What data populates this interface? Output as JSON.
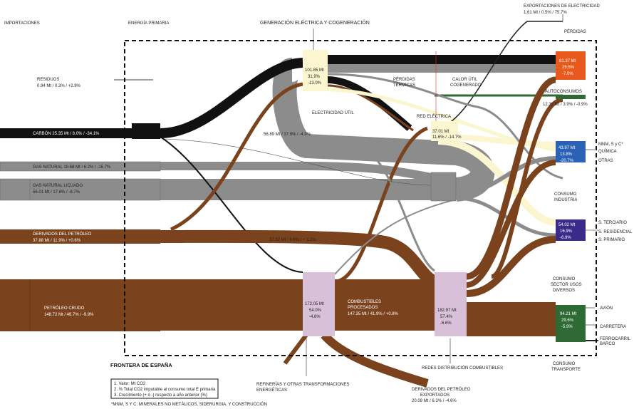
{
  "headers": {
    "importaciones": "IMPORTACIONES",
    "energia_primaria": "ENERGÍA PRIMARIA",
    "generacion": "GENERACIÓN ELÉCTRICA Y COGENERACIÓN",
    "exportaciones_title": "EXPORTACIONES DE ELECTRICIDAD",
    "exportaciones_value": "1.61 Mt / 0.5% / 75.7%",
    "frontera": "FRONTERA DE ESPAÑA"
  },
  "sources": {
    "residuos_label": "RESIDUOS",
    "residuos_value": "0.94 Mt / 0.3% / +2.9%",
    "carbon": "CARBÓN  25.35 Mt / 8.0% / -34.1%",
    "gas_natural": "GAS NATURAL 19.68 Mt / 6.2% / -15.7%",
    "gnl_label": "GAS NATURAL LICUADO",
    "gnl_value": "56.01 Mt / 17.6% / -6.7%",
    "derivados_label": "DERIVADOS DEL PETRÓLEO",
    "derivados_value": "37.88 Mt / 11.9% / +0.6%",
    "crudo_label": "PETRÓLEO  CRUDO",
    "crudo_value": "148.72 Mt / 46.7% / -9.9%"
  },
  "nodes": {
    "generacion": [
      "101.85 Mt",
      "31.9%",
      "-13.0%"
    ],
    "refinerias": [
      "172.05 Mt",
      "54.0%",
      "-4.6%"
    ],
    "distribucion": [
      "182.97 Mt",
      "57.4%",
      "-6.6%"
    ],
    "red_electrica": [
      "37.01 Mt",
      "11.6% / -14.7%"
    ],
    "perdidas": [
      "81.37 Mt",
      "25.5%",
      "-7.0%"
    ],
    "industria": [
      "43.97 Mt",
      "13.8%",
      "-20.7%"
    ],
    "sector_usos": [
      "54.02 Mt",
      "16.9%",
      "-6.9%"
    ],
    "transporte": [
      "94.21 Mt",
      "29.6%",
      "-5.9%"
    ]
  },
  "flow_labels": {
    "gas_generacion": "56.89 Mt / 17.9% / -4.9%",
    "derivados_directos": "37.52 Mt / 8.6% / + 1.2%",
    "combustibles_label": "COMBUSTIBLES",
    "combustibles_label2": "PROCESADOS",
    "combustibles_value": "147.35 Mt / 41.9% / +0.8%",
    "perdidas_termicas_1": "PÉRDIDAS",
    "perdidas_termicas_2": "TÉRMICAS",
    "calor_util_1": "CALOR ÚTIL",
    "calor_util_2": "COGENERADO",
    "electricidad_util": "ELECTRICIDAD ÚTIL",
    "red_electrica_label": "RED ELÉCTRICA",
    "perdidas_label": "PÉRDIDAS",
    "autoconsumos_label": "AUTOCONSUMOS",
    "autoconsumos_value": "12.32 Mt / 3.9% / -0.9%",
    "refinerias_1": "REFINERÍAS Y OTRAS TRANSFORMACIONES",
    "refinerias_2": "ENERGÉTICAS",
    "redes_distribucion": "REDES DISTRIBUCIÓN COMBUSTIBLES",
    "derivados_exp_1": "DERIVADOS DEL PETRÓLEO",
    "derivados_exp_2": "EXPORTADOS",
    "derivados_exp_value": "20.09 Mt / 6.3% / -4.6%"
  },
  "sinks": {
    "mnm": "MNM, S y C*",
    "quimica": "QUÍMICA",
    "otras": "OTRAS",
    "consumo_industria_1": "CONSUMO",
    "consumo_industria_2": "INDUSTRIA",
    "terciario": "S. TERCIARIO",
    "residencial": "S. RESIDENCIAL",
    "primario": "S. PRIMARIO",
    "consumo_sector_1": "CONSUMO",
    "consumo_sector_2": "SECTOR USOS",
    "consumo_sector_3": "DIVERSOS",
    "avion": "AVIÓN",
    "carretera": "CARRETERA",
    "ferrocarril_1": "FERROCARRIL",
    "ferrocarril_2": "BARCO",
    "consumo_transporte_1": "CONSUMO",
    "consumo_transporte_2": "TRANSPORTE"
  },
  "legend": {
    "line1": "1. Valor: Mt CO2",
    "line2": "2. % Total CO2 imputable al consumo total E primaria",
    "line3": "3. Crecimiento (+ ó -) respecto a año anterior (%)",
    "footnote": "*MNM, S Y C: MINERALES NO METÁLICOS, SIDERURGIA, Y CONSTRUCCIÓN"
  },
  "colors": {
    "carbon": "#111111",
    "gas": "#8c8c8c",
    "petroleo": "#7a431d",
    "generacion_node": "#fbf6d0",
    "refineria_node": "#d8c0d8",
    "perdidas": "#e8591e",
    "industria": "#2b62b5",
    "sector": "#3a2a8a",
    "transporte": "#2f6a35",
    "autoconsumo": "#2f6a35"
  }
}
